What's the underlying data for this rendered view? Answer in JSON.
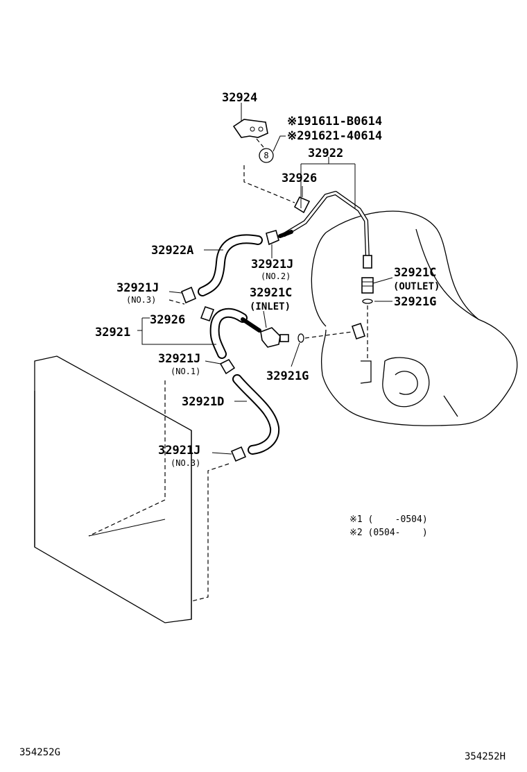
{
  "labels": {
    "bracket": "32924",
    "bolt_1": "※191611-B0614",
    "bolt_2": "※291621-40614",
    "bolt_circle": "8",
    "pipe": "32922",
    "sleeve_top": "32926",
    "hose_a": "32922A",
    "clamp_no2": "32921J",
    "clamp_no2_sub": "(NO.2)",
    "union_outlet": "32921C",
    "union_outlet_sub": "(OUTLET)",
    "gasket_outlet": "32921G",
    "clamp_no3_upper": "32921J",
    "clamp_no3_upper_sub": "(NO.3)",
    "union_inlet": "32921C",
    "union_inlet_sub": "(INLET)",
    "hose_assy": "32921",
    "sleeve_lower": "32926",
    "clamp_no1": "32921J",
    "clamp_no1_sub": "(NO.1)",
    "gasket_inlet": "32921G",
    "hose_d": "32921D",
    "clamp_no3_lower": "32921J",
    "clamp_no3_lower_sub": "(NO.3)"
  },
  "notes": {
    "note_1": "※1 (    -0504)",
    "note_2": "※2 (0504-    )"
  },
  "codes": {
    "left": "354252G",
    "right": "354252H"
  }
}
